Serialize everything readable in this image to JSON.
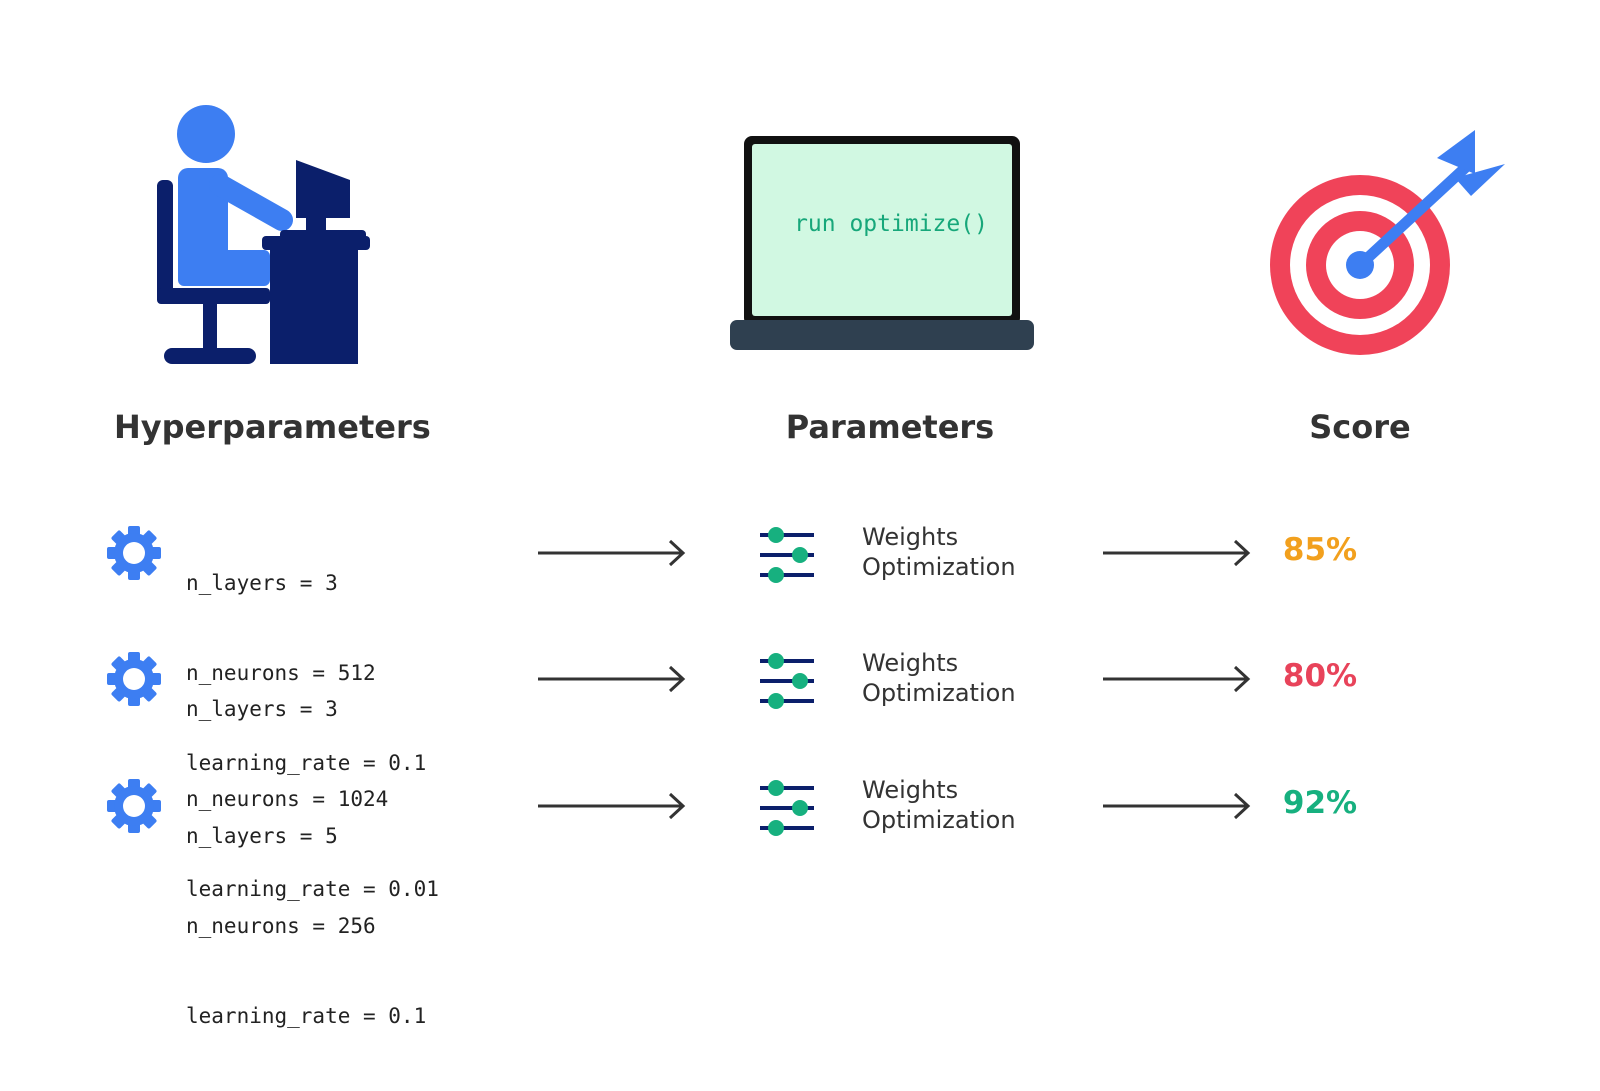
{
  "columns": {
    "hyperparameters": "Hyperparameters",
    "parameters": "Parameters",
    "score": "Score"
  },
  "laptop": {
    "code": "run optimize()"
  },
  "rows": [
    {
      "lines": [
        "n_layers = 3",
        "n_neurons = 512",
        "learning_rate = 0.1"
      ],
      "weights_line1": "Weights",
      "weights_line2": "Optimization",
      "score": "85%"
    },
    {
      "lines": [
        "n_layers = 3",
        "n_neurons = 1024",
        "learning_rate = 0.01"
      ],
      "weights_line1": "Weights",
      "weights_line2": "Optimization",
      "score": "80%"
    },
    {
      "lines": [
        "n_layers = 5",
        "n_neurons = 256",
        "learning_rate = 0.1"
      ],
      "weights_line1": "Weights",
      "weights_line2": "Optimization",
      "score": "92%"
    }
  ],
  "colors": {
    "gear": "#3d7ef2",
    "person": "#3d7ef2",
    "desk": "#0b1f6b",
    "slider_line": "#0b1f6b",
    "slider_dot": "#17b07f",
    "target_red": "#f04359",
    "score_85": "#f2a01d",
    "score_80": "#e8435a",
    "score_92": "#17b07f",
    "arrow": "#333333",
    "laptop_screen": "#d1f8e2",
    "laptop_frame": "#111111",
    "laptop_base": "#2f4050"
  },
  "icons": [
    "person-at-desk-icon",
    "laptop-icon",
    "target-icon",
    "gear-icon",
    "sliders-icon",
    "arrow-right-icon"
  ]
}
